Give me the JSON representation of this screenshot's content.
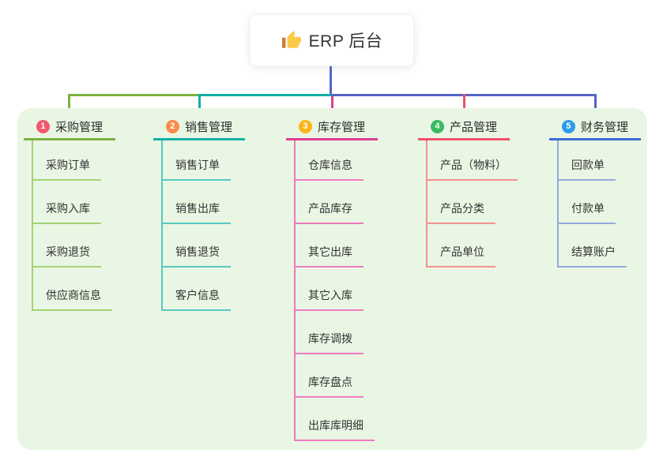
{
  "root": {
    "label": "ERP 后台",
    "icon": "thumbs-up-icon"
  },
  "connector": {
    "trunk_color": "#5565C4"
  },
  "panel": {
    "background": "#E9F6E3"
  },
  "branches": [
    {
      "index": "1",
      "label": "采购管理",
      "badge_color": "#F3586E",
      "line_color": "#7CB342",
      "child_line_color": "#A5D273",
      "children": [
        "采购订单",
        "采购入库",
        "采购退货",
        "供应商信息"
      ]
    },
    {
      "index": "2",
      "label": "销售管理",
      "badge_color": "#FB8B4B",
      "line_color": "#12B0A6",
      "child_line_color": "#57C8C0",
      "children": [
        "销售订单",
        "销售出库",
        "销售退货",
        "客户信息"
      ]
    },
    {
      "index": "3",
      "label": "库存管理",
      "badge_color": "#FFB319",
      "line_color": "#DF3D92",
      "child_line_color": "#EE7BBD",
      "children": [
        "仓库信息",
        "产品库存",
        "其它出库",
        "其它入库",
        "库存调拨",
        "库存盘点",
        "出库库明细"
      ]
    },
    {
      "index": "4",
      "label": "产品管理",
      "badge_color": "#3ABB62",
      "line_color": "#F0506A",
      "child_line_color": "#F5908F",
      "children": [
        "产品（物料）",
        "产品分类",
        "产品单位"
      ]
    },
    {
      "index": "5",
      "label": "财务管理",
      "badge_color": "#2D9CE8",
      "line_color": "#3E6BD2",
      "child_line_color": "#92AAE2",
      "children": [
        "回款单",
        "付款单",
        "结算账户"
      ]
    }
  ]
}
